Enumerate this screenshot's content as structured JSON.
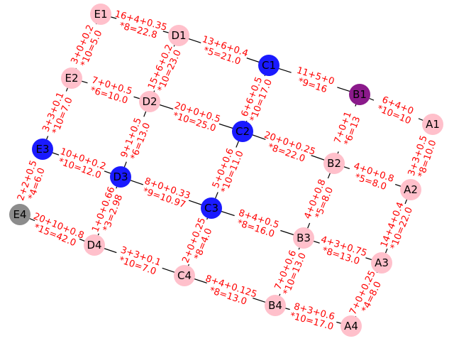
{
  "colors": {
    "default": "#ffc0cb",
    "blue": "#1a1aff",
    "purple": "#8b1a8b",
    "gray": "#8c8c8c",
    "label": "#ff0000"
  },
  "nodes": [
    {
      "id": "E1",
      "color": "default"
    },
    {
      "id": "D1",
      "color": "default"
    },
    {
      "id": "C1",
      "color": "blue"
    },
    {
      "id": "B1",
      "color": "purple"
    },
    {
      "id": "A1",
      "color": "default"
    },
    {
      "id": "E2",
      "color": "default"
    },
    {
      "id": "D2",
      "color": "default"
    },
    {
      "id": "C2",
      "color": "blue"
    },
    {
      "id": "B2",
      "color": "default"
    },
    {
      "id": "A2",
      "color": "default"
    },
    {
      "id": "E3",
      "color": "blue"
    },
    {
      "id": "D3",
      "color": "blue"
    },
    {
      "id": "C3",
      "color": "blue"
    },
    {
      "id": "B3",
      "color": "default"
    },
    {
      "id": "A3",
      "color": "default"
    },
    {
      "id": "E4",
      "color": "gray"
    },
    {
      "id": "D4",
      "color": "default"
    },
    {
      "id": "C4",
      "color": "default"
    },
    {
      "id": "B4",
      "color": "default"
    },
    {
      "id": "A4",
      "color": "default"
    }
  ],
  "edges": [
    {
      "from": "E1",
      "to": "D1",
      "line1": "16+4+0.35",
      "line2": "*8=22.8"
    },
    {
      "from": "D1",
      "to": "C1",
      "line1": "13+6+0.4",
      "line2": "*5=21.0"
    },
    {
      "from": "C1",
      "to": "B1",
      "line1": "11+5+0",
      "line2": "*9=16"
    },
    {
      "from": "B1",
      "to": "A1",
      "line1": "6+4+0",
      "line2": "*10=10"
    },
    {
      "from": "E2",
      "to": "D2",
      "line1": "7+0+0.5",
      "line2": "*6=10.0"
    },
    {
      "from": "D2",
      "to": "C2",
      "line1": "20+0+0.5",
      "line2": "*10=25.0"
    },
    {
      "from": "C2",
      "to": "B2",
      "line1": "20+0+0.25",
      "line2": "*8=22.0"
    },
    {
      "from": "B2",
      "to": "A2",
      "line1": "4+0+0.8",
      "line2": "*5=8.0"
    },
    {
      "from": "E3",
      "to": "D3",
      "line1": "10+0+0.2",
      "line2": "*10=12.0"
    },
    {
      "from": "D3",
      "to": "C3",
      "line1": "8+0+0.33",
      "line2": "*9=10.97"
    },
    {
      "from": "C3",
      "to": "B3",
      "line1": "8+4+0.5",
      "line2": "*8=16.0"
    },
    {
      "from": "B3",
      "to": "A3",
      "line1": "4+3+0.75",
      "line2": "*8=13.0"
    },
    {
      "from": "E4",
      "to": "D4",
      "line1": "20+10+0.8",
      "line2": "*15=42.0"
    },
    {
      "from": "D4",
      "to": "C4",
      "line1": "3+3+0.1",
      "line2": "*10=7.0"
    },
    {
      "from": "C4",
      "to": "B4",
      "line1": "8+4+0.125",
      "line2": "*8=13.0"
    },
    {
      "from": "B4",
      "to": "A4",
      "line1": "8+3+0.6",
      "line2": "*10=17.0"
    },
    {
      "from": "E1",
      "to": "E2",
      "line1": "3+0+0.2",
      "line2": "*10=5.0"
    },
    {
      "from": "E2",
      "to": "E3",
      "line1": "3+3+0.1",
      "line2": "*10=7.0"
    },
    {
      "from": "E3",
      "to": "E4",
      "line1": "2+2+0.5",
      "line2": "*4=6.0"
    },
    {
      "from": "D1",
      "to": "D2",
      "line1": "15+6+0.2",
      "line2": "*10=23.0"
    },
    {
      "from": "D2",
      "to": "D3",
      "line1": "9+1+0.5",
      "line2": "*6=13.0"
    },
    {
      "from": "D3",
      "to": "D4",
      "line1": "1+0+0.66",
      "line2": "*3=2.98"
    },
    {
      "from": "C1",
      "to": "C2",
      "line1": "6+6+0.5",
      "line2": "*10=17.0"
    },
    {
      "from": "C2",
      "to": "C3",
      "line1": "5+0+0.6",
      "line2": "*10=11.0"
    },
    {
      "from": "C3",
      "to": "C4",
      "line1": "2+0+0.25",
      "line2": "*8=4.0"
    },
    {
      "from": "B1",
      "to": "B2",
      "line1": "7+0+1",
      "line2": "*6=13"
    },
    {
      "from": "B2",
      "to": "B3",
      "line1": "4+0+0.8",
      "line2": "*5=8.0"
    },
    {
      "from": "B3",
      "to": "B4",
      "line1": "7+0+0.6",
      "line2": "*10=13.0"
    },
    {
      "from": "A1",
      "to": "A2",
      "line1": "3+3+0.5",
      "line2": "*8=10.0"
    },
    {
      "from": "A2",
      "to": "A3",
      "line1": "14+4+0.4",
      "line2": "*10=22.0"
    },
    {
      "from": "A3",
      "to": "A4",
      "line1": "7+0+0.25",
      "line2": "*4=8.0"
    }
  ]
}
